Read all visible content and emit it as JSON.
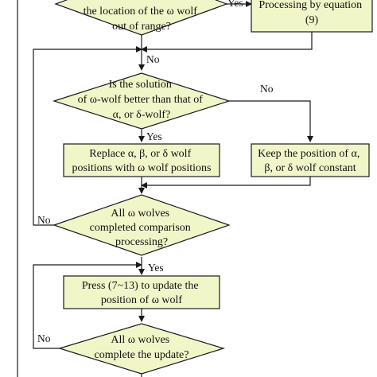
{
  "nodes": {
    "range_check": {
      "lines": [
        "the location of the ω wolf",
        "out of range?"
      ]
    },
    "process_eq": {
      "lines": [
        "Processing by equation",
        "(9)"
      ]
    },
    "solution_check": {
      "lines": [
        "Is the solution",
        "of ω-wolf better than that of",
        "α, or δ-wolf?"
      ]
    },
    "replace_box": {
      "lines": [
        "Replace α, β, or δ wolf",
        "positions with ω wolf positions"
      ]
    },
    "keep_box": {
      "lines": [
        "Keep the position of α,",
        "β, or δ wolf constant"
      ]
    },
    "comparison_check": {
      "lines": [
        "All ω wolves",
        "completed comparison",
        "processing?"
      ]
    },
    "update_box": {
      "lines": [
        "Press (7~13) to update the",
        "position of ω wolf"
      ]
    },
    "update_check": {
      "lines": [
        "All ω wolves",
        "complete the update?"
      ]
    }
  },
  "edge_labels": {
    "range_yes": "Yes",
    "range_no": "No",
    "solution_no": "No",
    "solution_yes": "Yes",
    "comparison_no": "No",
    "comparison_yes": "Yes",
    "update_no": "No"
  },
  "colors": {
    "shape_fill": "#f1f6c9",
    "stroke": "#1a1a1a"
  }
}
